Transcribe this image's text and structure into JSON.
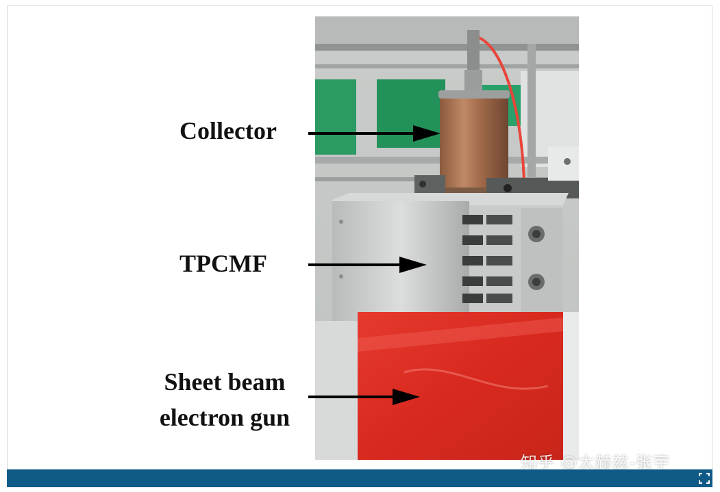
{
  "figure": {
    "labels": {
      "collector": "Collector",
      "tpcmf": "TPCMF",
      "gun_line1": "Sheet beam",
      "gun_line2": "electron gun"
    },
    "watermark": "知乎 @太赫兹-张宇"
  },
  "footer": {
    "icon": "expand-icon",
    "bar_color": "#0f5a86"
  }
}
